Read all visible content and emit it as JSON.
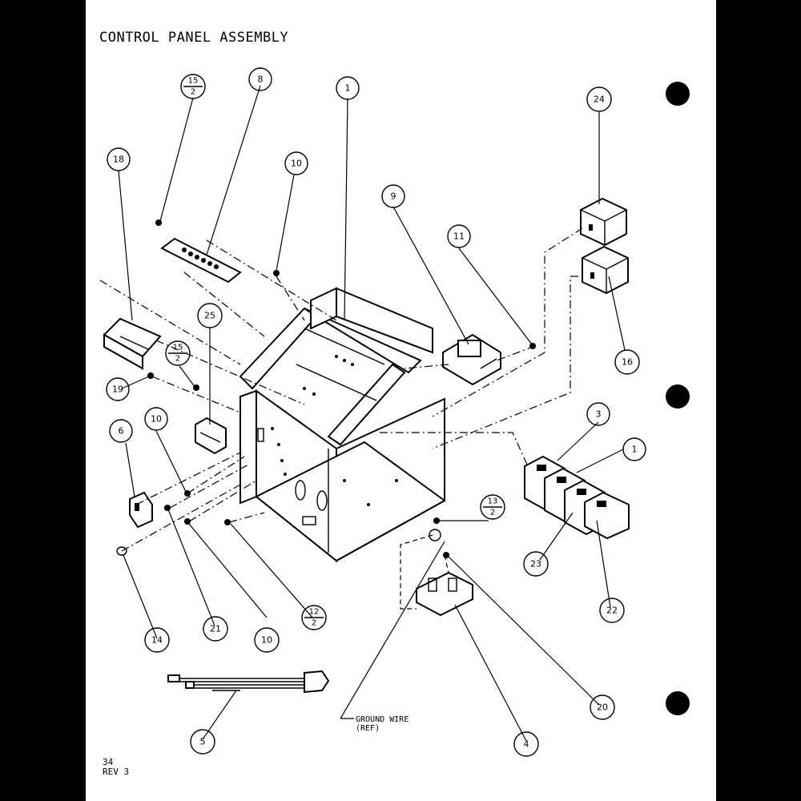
{
  "title": "CONTROL PANEL ASSEMBLY",
  "page_number": "34",
  "revision": "REV 3",
  "ground_wire": {
    "line1": "GROUND WIRE",
    "line2": "(REF)"
  },
  "callouts": {
    "c1_top": "1",
    "c1_right": "1",
    "c3": "3",
    "c4": "4",
    "c5": "5",
    "c6": "6",
    "c8": "8",
    "c9": "9",
    "c10_top": "10",
    "c10_left": "10",
    "c10_bottom": "10",
    "c11": "11",
    "c14": "14",
    "c16": "16",
    "c18": "18",
    "c19": "19",
    "c20": "20",
    "c21": "21",
    "c22": "22",
    "c23": "23",
    "c24": "24",
    "c25": "25"
  },
  "fraction_callouts": {
    "f15_top": {
      "num": "15",
      "den": "2"
    },
    "f15_mid": {
      "num": "15",
      "den": "2"
    },
    "f13": {
      "num": "13",
      "den": "2"
    },
    "f12": {
      "num": "12",
      "den": "2"
    }
  }
}
